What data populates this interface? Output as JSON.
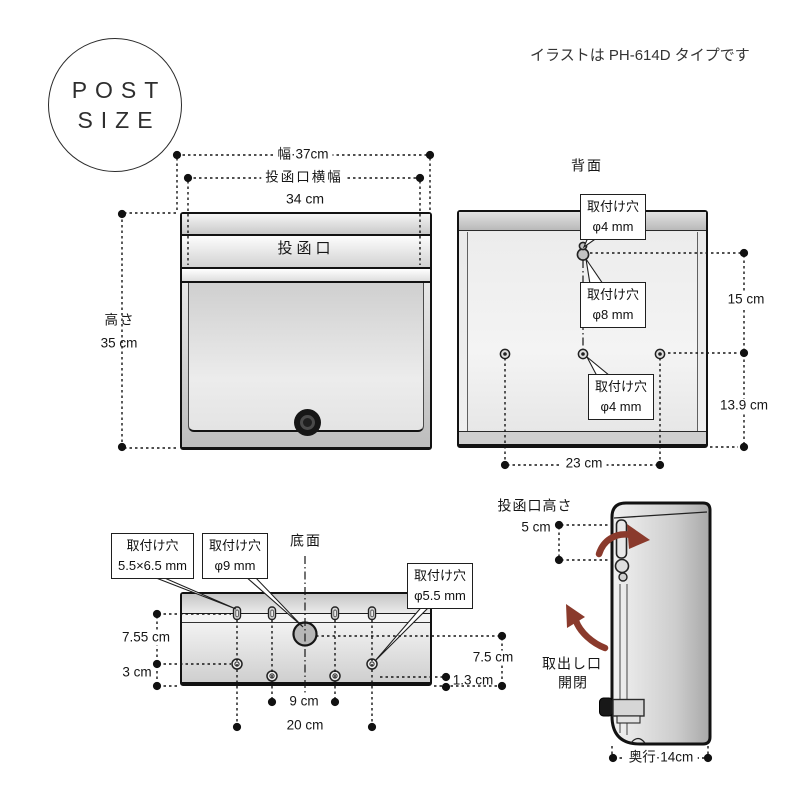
{
  "badge": {
    "line1": "POST",
    "line2": "SIZE"
  },
  "note": "イラストは PH-614D タイプです",
  "front_view": {
    "width_label": "幅·37cm",
    "slot_width_label": "投函口横幅",
    "slot_width_value": "34 cm",
    "slot_label": "投函口",
    "height_label": "高さ",
    "height_value": "35 cm"
  },
  "back_view": {
    "title": "背面",
    "callout_top": {
      "line1": "取付け穴",
      "line2": "φ4 mm"
    },
    "callout_mid": {
      "line1": "取付け穴",
      "line2": "φ8 mm"
    },
    "callout_low": {
      "line1": "取付け穴",
      "line2": "φ4 mm"
    },
    "dim_right_top": "15 cm",
    "dim_right_bottom": "13.9 cm",
    "dim_bottom": "23 cm"
  },
  "bottom_view": {
    "title": "底面",
    "callout_slot": {
      "line1": "取付け穴",
      "line2": "5.5×6.5 mm"
    },
    "callout_center": {
      "line1": "取付け穴",
      "line2": "φ9 mm"
    },
    "callout_right": {
      "line1": "取付け穴",
      "line2": "φ5.5 mm"
    },
    "dim_left_top": "7.55 cm",
    "dim_left_bottom": "3 cm",
    "dim_center": "9 cm",
    "dim_wide": "20 cm",
    "dim_right": "7.5 cm",
    "dim_right_small": "1.3 cm"
  },
  "side_view": {
    "slot_height_label": "投函口高さ",
    "slot_height_value": "5 cm",
    "open_label_line1": "取出し口",
    "open_label_line2": "開閉",
    "depth_label": "奥行·14cm"
  },
  "colors": {
    "arrow": "#8a3a2c",
    "line": "#1a1a1a"
  }
}
